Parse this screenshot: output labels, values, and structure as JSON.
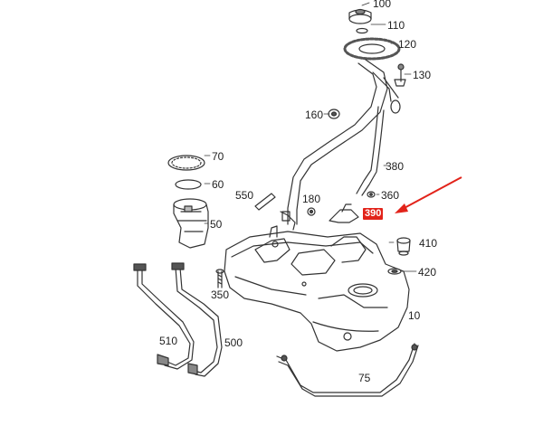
{
  "callouts": {
    "c100": "100",
    "c110": "110",
    "c120": "120",
    "c130": "130",
    "c160": "160",
    "c380": "380",
    "c70": "70",
    "c60": "60",
    "c550": "550",
    "c180": "180",
    "c360": "360",
    "c390": "390",
    "c50": "50",
    "c410": "410",
    "c420": "420",
    "c350": "350",
    "c10": "10",
    "c510": "510",
    "c500": "500",
    "c75": "75"
  },
  "colors": {
    "line": "#333333",
    "highlight": "#e2231a",
    "arrow": "#e2231a"
  }
}
